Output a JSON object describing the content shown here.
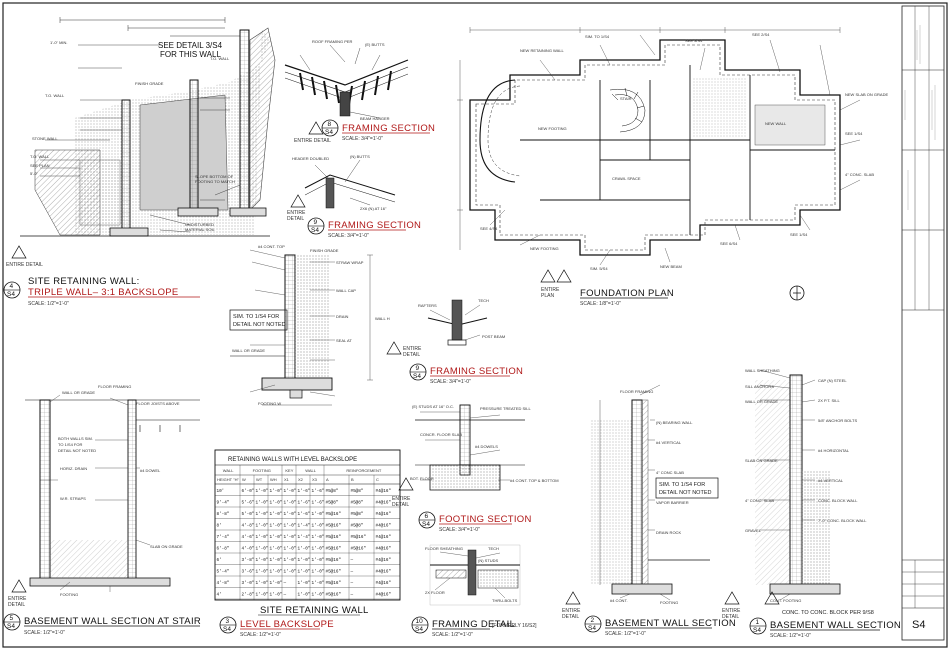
{
  "sheet_number": "S4",
  "details": [
    {
      "id": "site-wall",
      "num": "4",
      "sheet": "S4",
      "title_line1": "SITE RETAINING WALL:",
      "title_line2": "TRIPLE WALL– 3:1 BACKSLOPE",
      "scale": "SCALE: 1/2\"=1'-0\"",
      "callout": "ENTIRE DETAIL"
    },
    {
      "id": "framing-8",
      "num": "8",
      "sheet": "S4",
      "title": "FRAMING SECTION",
      "scale": "SCALE: 3/4\"=1'-0\"",
      "callout": "ENTIRE DETAIL"
    },
    {
      "id": "framing-9a",
      "num": "9",
      "sheet": "S4",
      "title": "FRAMING SECTION",
      "scale": "SCALE: 3/4\"=1'-0\"",
      "callout": "ENTIRE DETAIL"
    },
    {
      "id": "framing-9b",
      "num": "9",
      "sheet": "S4",
      "title": "FRAMING SECTION",
      "scale": "SCALE: 3/4\"=1'-0\"",
      "callout": "ENTIRE DETAIL"
    },
    {
      "id": "foundation",
      "title": "FOUNDATION PLAN",
      "scale": "SCALE: 1/8\"=1'-0\"",
      "callout": "ENTIRE PLAN"
    },
    {
      "id": "footing",
      "num": "6",
      "sheet": "S4",
      "title": "FOOTING SECTION",
      "scale": "SCALE: 3/4\"=1'-0\"",
      "callout": "ENTIRE DETAIL"
    },
    {
      "id": "framing-detail",
      "num": "10",
      "sheet": "S4",
      "title": "FRAMING DETAIL",
      "suffix": "[FORMERLY 16/S2]",
      "scale": "SCALE: 1/2\"=1'-0\""
    },
    {
      "id": "basement-stair",
      "num": "5",
      "sheet": "S4",
      "title": "BASEMENT WALL SECTION AT STAIR",
      "scale": "SCALE: 1/2\"=1'-0\"",
      "callout": "ENTIRE DETAIL"
    },
    {
      "id": "level-backslope",
      "num": "3",
      "sheet": "S4",
      "title": "LEVEL BACKSLOPE",
      "scale": "SCALE: 1/2\"=1'-0\""
    },
    {
      "id": "basement-2",
      "num": "2",
      "sheet": "S4",
      "title": "BASEMENT WALL SECTION",
      "scale": "SCALE: 1/2\"=1'-0\"",
      "callout": "ENTIRE DETAIL"
    },
    {
      "id": "basement-1",
      "num": "1",
      "sheet": "S4",
      "title": "BASEMENT WALL SECTION",
      "scale": "SCALE: 1/2\"=1'-0\"",
      "callout": "ENTIRE DETAIL"
    }
  ],
  "notes": {
    "see_detail": "SEE DETAIL 3/S4",
    "for_this_wall": "FOR THIS WALL",
    "sim_note_1": "SIM. TO 1/S4 FOR",
    "sim_note_1b": "DETAIL NOT NOTED",
    "sim_note_2": "SIM. TO 1/S4 FOR",
    "sim_note_2b": "DETAIL NOT NOTED",
    "conc_note": "CONC. TO CONC. BLOCK PER 9/S8",
    "site_wall_caption": "SITE RETAINING WALL"
  },
  "table": {
    "title": "RETAINING WALLS WITH LEVEL BACKSLOPE",
    "group_headers": [
      "WALL",
      "FOOTING",
      "KEY",
      "WALL",
      "REINFORCEMENT"
    ],
    "sub_headers": [
      "HEIGHT \"H\"",
      "W",
      "WT",
      "WH",
      "X1",
      "X2",
      "X3",
      "A",
      "B",
      "C"
    ],
    "rows": [
      [
        "10'",
        "6'-0\"",
        "1'-0\"",
        "1'-0\"",
        "1'-0\"",
        "1'-6\"",
        "1'-6\"",
        "#5@8\"",
        "#5@8\"",
        "#4@16\""
      ],
      [
        "9'-4\"",
        "5'-6\"",
        "1'-0\"",
        "1'-0\"",
        "1'-0\"",
        "1'-6\"",
        "1'-6\"",
        "#5@8\"",
        "#5@8\"",
        "#4@16\""
      ],
      [
        "8'-8\"",
        "5'-0\"",
        "1'-0\"",
        "1'-0\"",
        "1'-0\"",
        "1'-6\"",
        "1'-0\"",
        "#5@16\"",
        "#5@8\"",
        "#4@16\""
      ],
      [
        "8'",
        "4'-8\"",
        "1'-0\"",
        "1'-0\"",
        "1'-0\"",
        "1'-4\"",
        "1'-0\"",
        "#5@16\"",
        "#5@8\"",
        "#4@16\""
      ],
      [
        "7'-4\"",
        "4'-6\"",
        "1'-0\"",
        "1'-0\"",
        "1'-0\"",
        "1'-4\"",
        "1'-0\"",
        "#5@16\"",
        "#5@16\"",
        "#4@16\""
      ],
      [
        "6'-8\"",
        "4'-0\"",
        "1'-0\"",
        "1'-0\"",
        "1'-0\"",
        "1'-0\"",
        "1'-0\"",
        "#5@16\"",
        "#5@16\"",
        "#4@16\""
      ],
      [
        "6'",
        "3'-8\"",
        "1'-0\"",
        "1'-0\"",
        "1'-0\"",
        "1'-0\"",
        "1'-0\"",
        "#5@16\"",
        "—",
        "#4@16\""
      ],
      [
        "5'-4\"",
        "3'-6\"",
        "1'-0\"",
        "1'-0\"",
        "1'-0\"",
        "1'-0\"",
        "1'-0\"",
        "#5@16\"",
        "—",
        "#4@16\""
      ],
      [
        "4'-8\"",
        "3'-0\"",
        "1'-0\"",
        "1'-0\"",
        "—",
        "1'-0\"",
        "1'-0\"",
        "#5@16\"",
        "—",
        "#4@16\""
      ],
      [
        "4'",
        "2'-8\"",
        "1'-0\"",
        "1'-0\"",
        "—",
        "1'-0\"",
        "1'-0\"",
        "#5@16\"",
        "—",
        "#4@16\""
      ]
    ]
  },
  "colors": {
    "title_red": "#b01818",
    "line": "#111111",
    "hatch": "#888888"
  }
}
